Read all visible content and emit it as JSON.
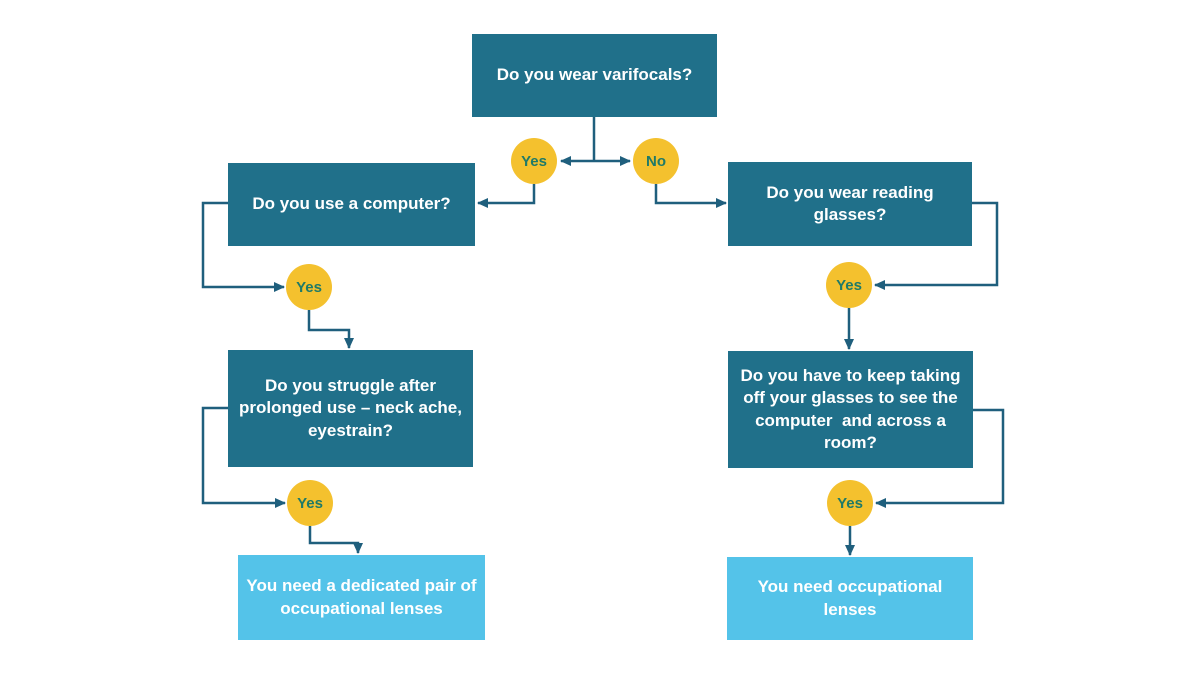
{
  "colors": {
    "question_box": "#20708a",
    "question_text": "#ffffff",
    "result_box": "#54c3e9",
    "decision_circle": "#f4c12e",
    "decision_text": "#1f7a68",
    "connector": "#1f5f7d"
  },
  "flowchart": {
    "questions": {
      "varifocals": {
        "label": "Do you wear varifocals?"
      },
      "computer": {
        "label": "Do you use a computer?"
      },
      "struggle": {
        "label": "Do you struggle after\nprolonged use – neck ache,\neyestrain?"
      },
      "reading": {
        "label": "Do you wear reading\nglasses?"
      },
      "taking_off": {
        "label": "Do you have to keep taking\noff your glasses to see the\ncomputer  and across a\nroom?"
      }
    },
    "results": {
      "dedicated": {
        "label": "You need a dedicated pair of\noccupational lenses"
      },
      "occupational": {
        "label": "You need occupational\nlenses"
      }
    },
    "decisions": {
      "varifocals_yes": {
        "label": "Yes"
      },
      "varifocals_no": {
        "label": "No"
      },
      "computer_yes": {
        "label": "Yes"
      },
      "struggle_yes": {
        "label": "Yes"
      },
      "reading_yes": {
        "label": "Yes"
      },
      "taking_off_yes": {
        "label": "Yes"
      }
    }
  }
}
